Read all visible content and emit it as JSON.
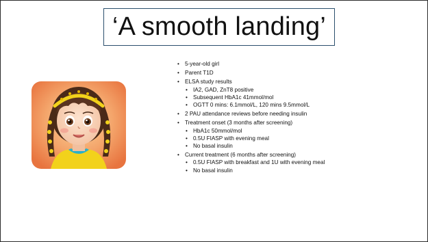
{
  "slide": {
    "title": "‘A smooth landing’",
    "bullets": {
      "b1": "5-year-old girl",
      "b2": "Parent T1D",
      "b3": "ELSA study results",
      "b3_1": "IA2, GAD, ZnT8 positive",
      "b3_2": "Subsequent HbA1c 41mmol/mol",
      "b3_3": "OGTT 0 mins: 6.1mmol/L, 120 mins 9.5mmol/L",
      "b4": "2 PAU attendance reviews before needing insulin",
      "b5": "Treatment onset (3 months after screening)",
      "b5_1": "HbA1c 50mmol/mol",
      "b5_2": "0.5U FIASP with evening meal",
      "b5_3": "No basal insulin",
      "b6": "Current treatment (6 months after screening)",
      "b6_1": "0.5U FIASP with breakfast and 1U with evening meal",
      "b6_2": "No basal insulin"
    }
  },
  "colors": {
    "title_border": "#2a4e6c",
    "hair": "#4a2a18",
    "shirt": "#f2d21b",
    "collar": "#2bb0c9",
    "background_glow": "#f08a4b"
  },
  "icons": {
    "portrait": "cartoon-girl-portrait"
  }
}
